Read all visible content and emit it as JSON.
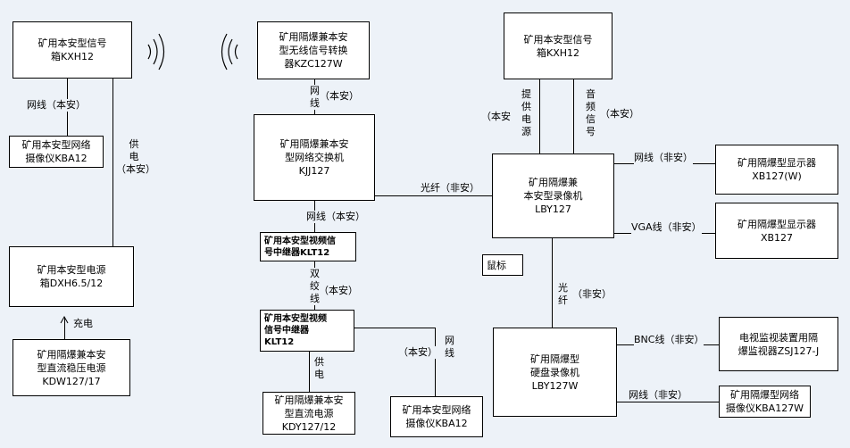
{
  "colors": {
    "background": "#edf2f8",
    "box_fill": "#ffffff",
    "stroke": "#000000"
  },
  "icons": {
    "wireless_left": "wifi-wave-right-icon",
    "wireless_right": "wifi-wave-left-icon",
    "arrow": "arrow-up-icon"
  },
  "boxes": {
    "kxh12_left": "矿用本安型信号\n箱KXH12",
    "kba12_left": "矿用本安型网络\n摄像仪KBA12",
    "dxh_power": "矿用本安型电源\n箱DXH6.5/12",
    "kdw_power": "矿用隔爆兼本安\n型直流稳压电源\nKDW127/17",
    "kzc_converter": "矿用隔爆兼本安\n型无线信号转换\n器KZC127W",
    "kjj_switch": "矿用隔爆兼本安\n型网络交换机\nKJJ127",
    "klt12_a": "矿用本安型视频信\n号中继器KLT12",
    "klt12_b": "矿用本安型视频\n信号中继器\nKLT12",
    "kdy_power": "矿用隔爆兼本安\n型直流电源\nKDY127/12",
    "kba12_mid": "矿用本安型网络\n摄像仪KBA12",
    "kxh12_right": "矿用本安型信号\n箱KXH12",
    "lby127_recorder": "矿用隔爆兼\n本安型录像机\nLBY127",
    "xb127w_display": "矿用隔爆型显示器\nXB127(W)",
    "xb127_display": "矿用隔爆型显示器\nXB127",
    "mouse": "鼠标",
    "lby127w_recorder": "矿用隔爆型\n硬盘录像机\nLBY127W",
    "zsj_monitor": "电视监视装置用隔\n爆监视器ZSJ127-J",
    "kba127w_camera": "矿用隔爆型网络\n摄像仪KBA127W"
  },
  "labels": {
    "net_benan_left": "网线（本安）",
    "supply_left": "供\n电\n（本安）",
    "charge": "充电",
    "kzc_net_v": "网线",
    "kzc_net_benan": "（本安）",
    "kjj_net": "网线（本安）",
    "fiber_feian": "光纤（非安）",
    "twisted_v": "双绞线",
    "twisted_benan": "（本安）",
    "supply_mid": "供电",
    "net_mid_benan": "（本安）",
    "net_mid_v": "网线",
    "benan_left_of_supply": "（本安",
    "provide_power_v": "提供电源",
    "audio_v": "音频信号",
    "benan_right_audio": "（本安）",
    "net_feian_top": "网线（非安）",
    "vga_feian": "VGA线（非安）",
    "fiber_v": "光纤",
    "fiber_feian_v": "（非安）",
    "bnc_feian": "BNC线（非安）",
    "net_feian_bottom": "网线（非安）"
  }
}
